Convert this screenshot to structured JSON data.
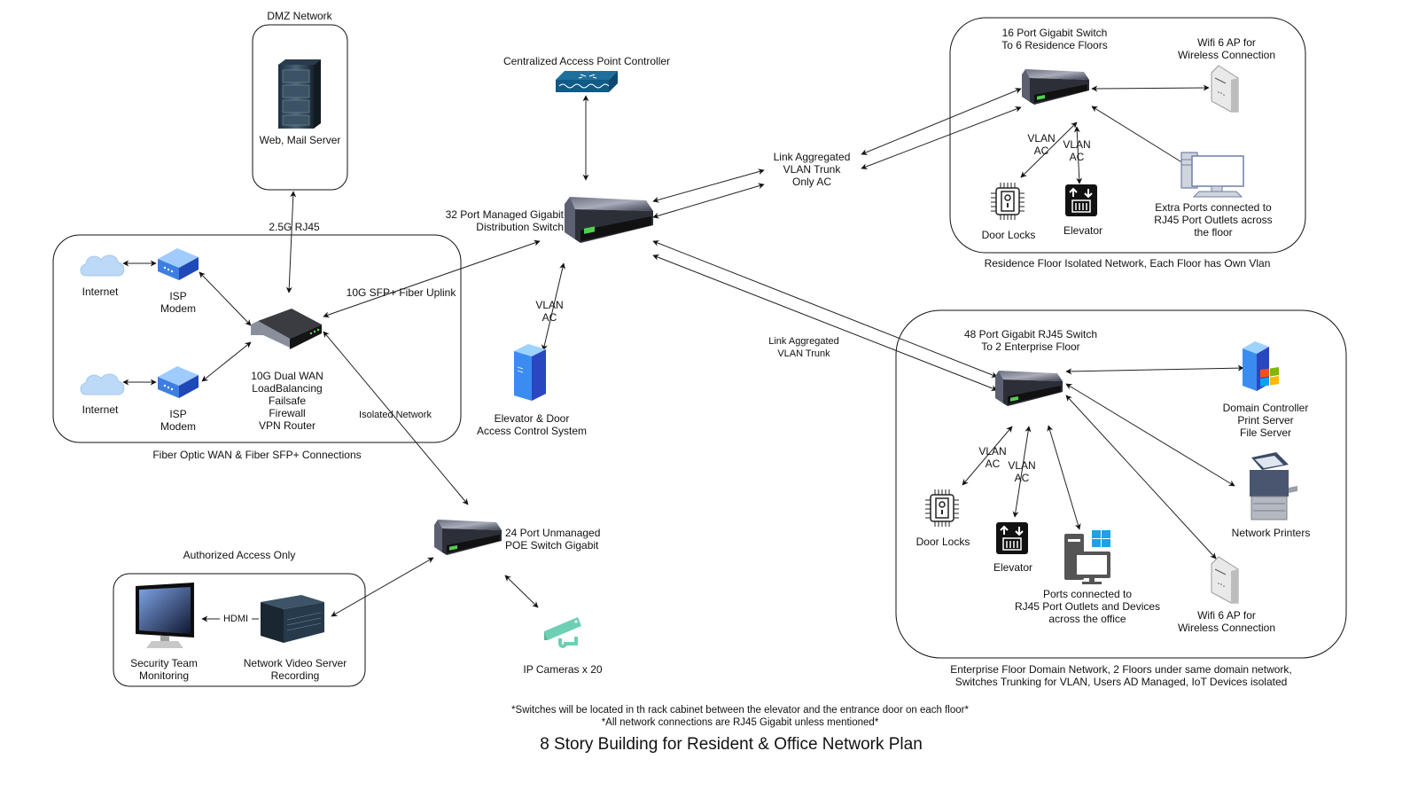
{
  "title": "8 Story Building for Resident & Office Network Plan",
  "notes": [
    "*Switches will be located in th rack cabinet between the elevator and the entrance door on each floor*",
    "*All network connections are RJ45 Gigabit unless mentioned*"
  ],
  "groups": {
    "dmz": {
      "caption": "DMZ Network"
    },
    "wan": {
      "caption": "Fiber Optic WAN & Fiber SFP+ Connections"
    },
    "security": {
      "caption": "Authorized Access Only"
    },
    "residence": {
      "caption": "Residence Floor Isolated Network, Each Floor has Own Vlan"
    },
    "enterprise": {
      "caption": "Enterprise Floor Domain Network, 2 Floors under same domain network,\nSwitches Trunking for VLAN, Users AD Managed, IoT Devices isolated"
    }
  },
  "nodes": {
    "web_server": {
      "label": "Web, Mail Server",
      "icon": "server-rack-icon"
    },
    "internet_1": {
      "label": "Internet",
      "icon": "cloud-icon"
    },
    "internet_2": {
      "label": "Internet",
      "icon": "cloud-icon"
    },
    "modem_1": {
      "label": "ISP\nModem",
      "icon": "modem-icon"
    },
    "modem_2": {
      "label": "ISP\nModem",
      "icon": "modem-icon"
    },
    "router": {
      "label": "10G Dual WAN\nLoadBalancing\nFailsafe\nFirewall\nVPN Router",
      "icon": "router-icon"
    },
    "ap_controller": {
      "label": "Centralized Access Point Controller",
      "icon": "ap-controller-icon"
    },
    "dist_switch": {
      "label": "32 Port Managed Gigabit\nDistribution Switch",
      "icon": "switch-icon"
    },
    "access_control": {
      "label": "Elevator & Door\nAccess Control System",
      "icon": "server-tower-icon"
    },
    "poe_switch": {
      "label": "24 Port Unmanaged\nPOE Switch Gigabit",
      "icon": "switch-icon"
    },
    "ip_cameras": {
      "label": "IP Cameras x 20",
      "icon": "camera-icon"
    },
    "nvr": {
      "label": "Network Video Server\nRecording",
      "icon": "nvr-icon"
    },
    "monitor": {
      "label": "Security Team\nMonitoring",
      "icon": "monitor-icon"
    },
    "res_switch": {
      "label": "16 Port Gigabit Switch\nTo 6 Residence Floors",
      "icon": "switch-icon"
    },
    "res_ap": {
      "label": "Wifi 6 AP for\nWireless Connection",
      "icon": "wifi-ap-icon"
    },
    "res_doorlocks": {
      "label": "Door Locks",
      "icon": "door-lock-icon"
    },
    "res_elevator": {
      "label": "Elevator",
      "icon": "elevator-icon"
    },
    "res_pc": {
      "label": "Extra Ports connected to\nRJ45 Port Outlets across\nthe floor",
      "icon": "desktop-pc-icon"
    },
    "ent_switch": {
      "label": "48 Port Gigabit RJ45 Switch\nTo 2 Enterprise Floor",
      "icon": "switch-icon"
    },
    "ent_dc": {
      "label": "Domain Controller\nPrint Server\nFile Server",
      "icon": "windows-server-icon"
    },
    "ent_printers": {
      "label": "Network Printers",
      "icon": "printer-icon"
    },
    "ent_ap": {
      "label": "Wifi 6 AP for\nWireless Connection",
      "icon": "wifi-ap-icon"
    },
    "ent_doorlocks": {
      "label": "Door Locks",
      "icon": "door-lock-icon"
    },
    "ent_elevator": {
      "label": "Elevator",
      "icon": "elevator-icon"
    },
    "ent_pc": {
      "label": "Ports connected to\nRJ45 Port Outlets and Devices\nacross the office",
      "icon": "windows-pc-icon"
    }
  },
  "edge_labels": {
    "dmz_link": "2.5G RJ45",
    "fiber_uplink": "10G SFP+ Fiber Uplink",
    "isolated": "Isolated Network",
    "vlan_ac": "VLAN\nAC",
    "trunk_res": "Link Aggregated\nVLAN Trunk\nOnly AC",
    "trunk_ent": "Link Aggregated\nVLAN Trunk",
    "hdmi": "HDMI"
  },
  "colors": {
    "line": "#222222",
    "modem_blue": "#3d7fe0",
    "cloud_blue": "#bcd9f7",
    "switch_grey": "#4a4e5c",
    "port_green": "#4fd14f",
    "camera_teal": "#6fcfb4",
    "elevator_black": "#111111",
    "windows_blue": "#1ea1e6"
  }
}
